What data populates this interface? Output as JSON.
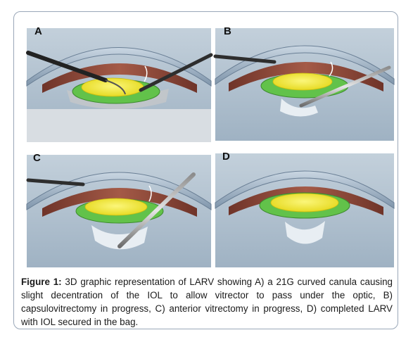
{
  "figure": {
    "panels": [
      {
        "letter": "A"
      },
      {
        "letter": "B"
      },
      {
        "letter": "C"
      },
      {
        "letter": "D"
      }
    ],
    "caption_label": "Figure 1:",
    "caption_text": " 3D graphic representation of LARV showing A) a 21G curved canula causing slight decentration of the IOL to allow vitrector to pass under the optic, B) capsulovitrectomy in progress, C) anterior vitrectomy in progress, D) completed LARV with IOL secured in the bag."
  },
  "colors": {
    "frame_border": "#9aa7b8",
    "cornea": "#9fb3c8",
    "iris": "#8a4a3e",
    "iol_optic": "#f2e62a",
    "capsule": "#62c24a",
    "vitreous_background": "#a9bccb",
    "instrument": "#3a3a3a"
  }
}
